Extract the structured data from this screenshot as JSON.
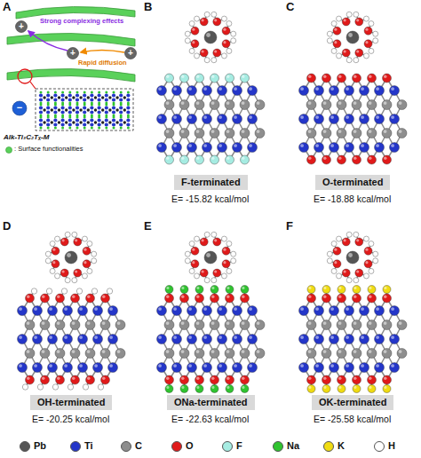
{
  "diagram": {
    "nodes": [
      {
        "text": [
          "F-terminated"
        ]
      },
      {
        "text": [
          "O-terminated"
        ]
      },
      {
        "text": [
          "OH-terminated"
        ]
      },
      {
        "text": [
          "ONa-terminated"
        ]
      },
      {
        "text": [
          "OK-terminated"
        ]
      }
    ],
    "labels": [
      "A",
      "B",
      "C",
      "D",
      "E",
      "F",
      "Strong complexing effects",
      "Rapid diffusion",
      "Alk-Ti₃C₂Tₓ-M",
      ": Surface functionalities",
      "+",
      "+",
      "+",
      "−",
      "E= -15.82 kcal/mol",
      "E= -18.88 kcal/mol",
      "E= -20.25 kcal/mol",
      "E= -22.63 kcal/mol",
      "E= -25.58 kcal/mol"
    ],
    "legend": [
      {
        "text": "Pb",
        "color": "#555555"
      },
      {
        "text": "Ti",
        "color": "#2436c9"
      },
      {
        "text": "C",
        "color": "#8e8e8e"
      },
      {
        "text": "O",
        "color": "#e01a1a"
      },
      {
        "text": "F",
        "color": "#a6ece2"
      },
      {
        "text": "Na",
        "color": "#2fc42f"
      },
      {
        "text": "K",
        "color": "#f0dc12"
      },
      {
        "text": "H",
        "color": "#ffffff"
      }
    ]
  }
}
